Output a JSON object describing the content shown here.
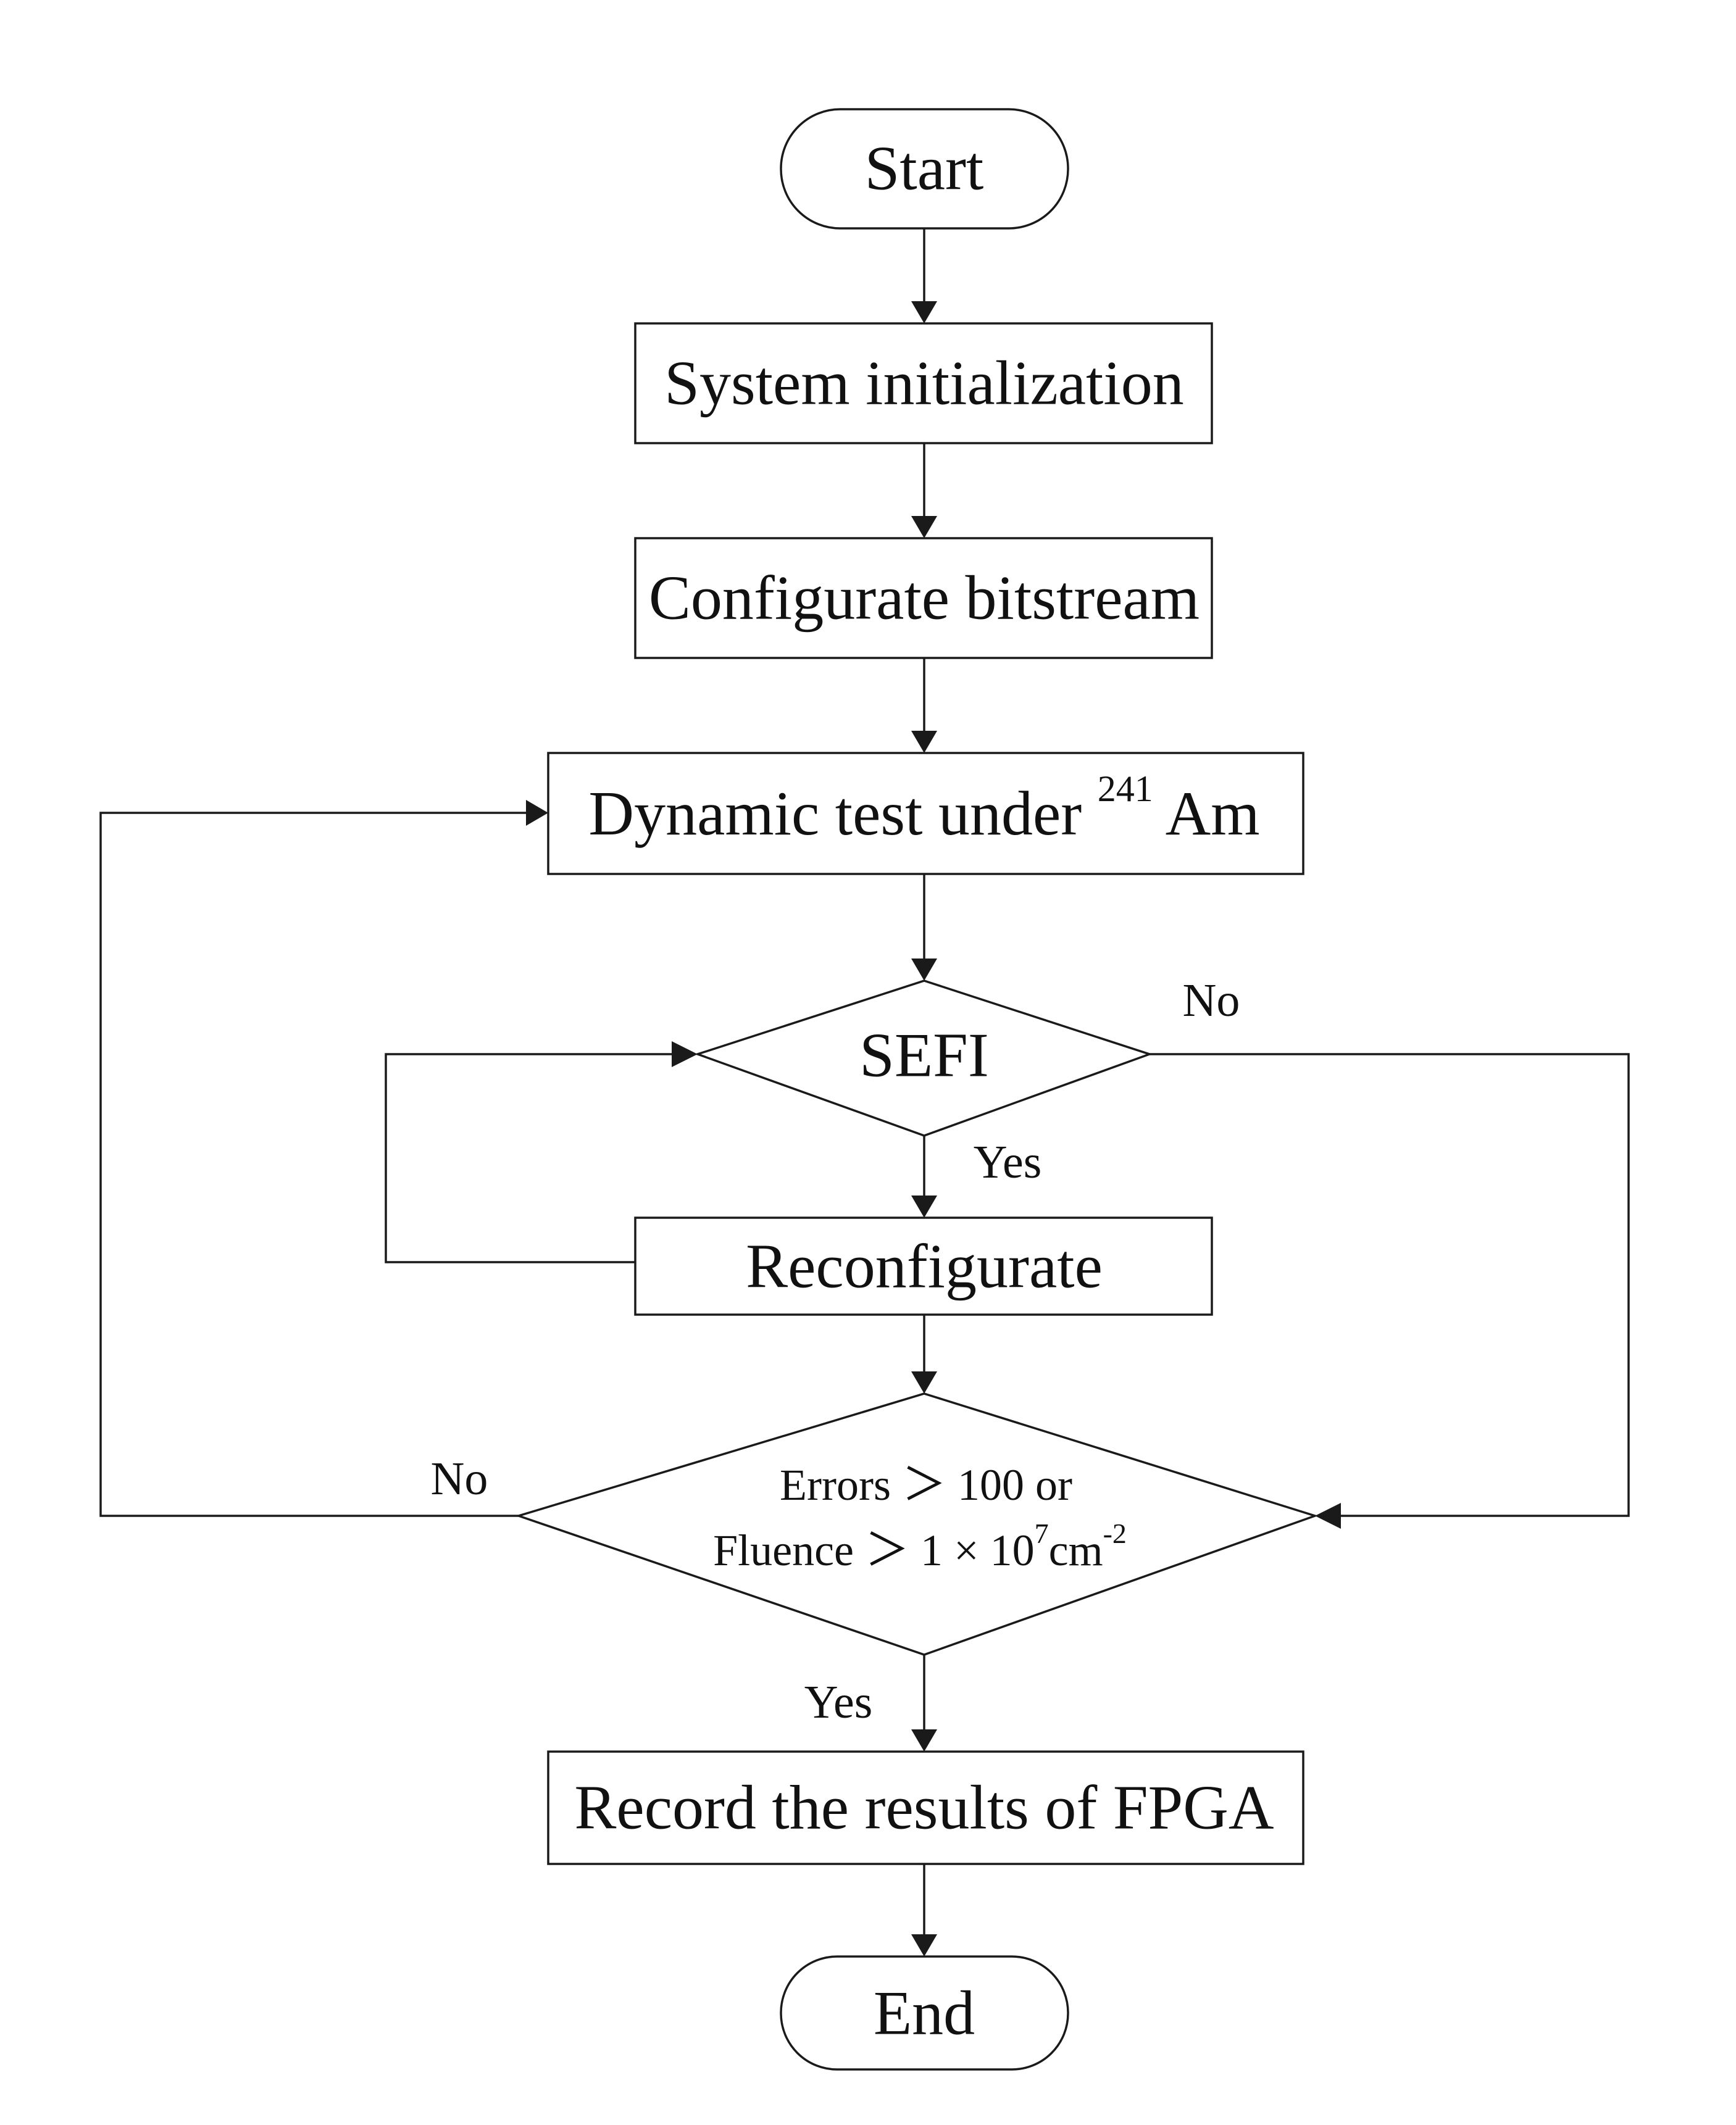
{
  "nodes": {
    "start": {
      "label": "Start"
    },
    "init": {
      "label": "System initialization"
    },
    "configure": {
      "label": "Configurate bitstream"
    },
    "dynamic": {
      "label": "Dynamic test under ",
      "sup": "241",
      "suffix": " Am"
    },
    "sefi": {
      "label": "SEFI"
    },
    "reconfigure": {
      "label": "Reconfigurate"
    },
    "condition": {
      "line1": "Errors ＞ 100 or",
      "line2_prefix": "Fluence ＞ 1 × 10",
      "line2_sup1": "7",
      "line2_mid": "cm",
      "line2_sup2": "-2"
    },
    "record": {
      "label": "Record the results of FPGA"
    },
    "end": {
      "label": "End"
    }
  },
  "edge_labels": {
    "sefi_no": "No",
    "sefi_yes": "Yes",
    "cond_no": "No",
    "cond_yes": "Yes"
  }
}
